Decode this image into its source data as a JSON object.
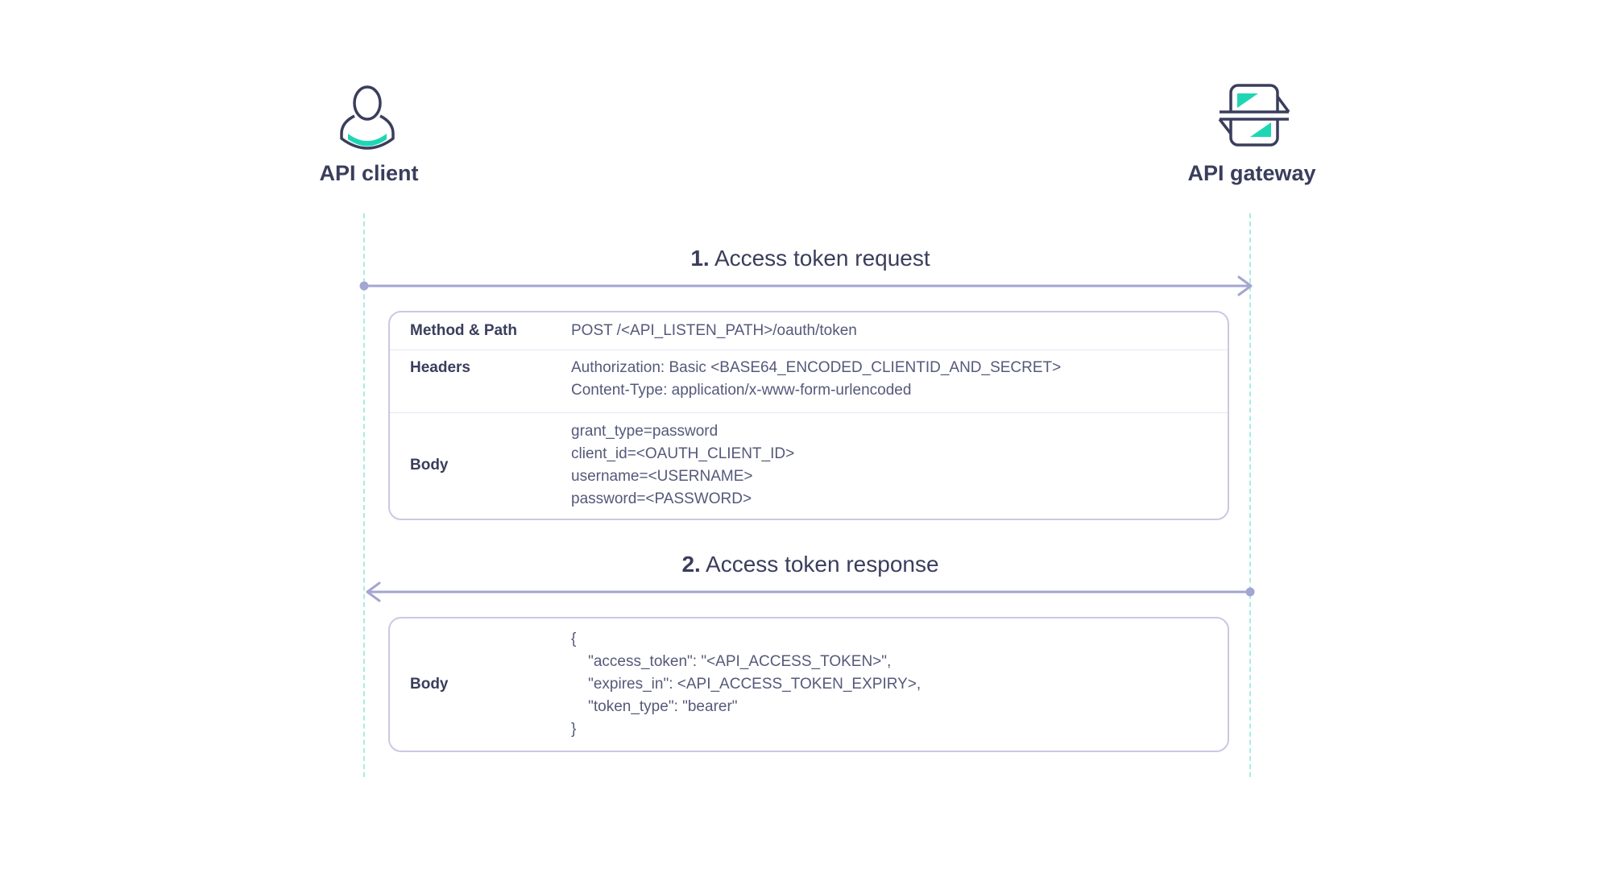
{
  "actors": {
    "client": {
      "label": "API client",
      "icon": "user-icon"
    },
    "gateway": {
      "label": "API gateway",
      "icon": "api-gateway-icon"
    }
  },
  "colors": {
    "text": "#3a3e5c",
    "accent": "#1fd6b4",
    "arrow": "#a3a5d2",
    "lifeline": "#a8ece0",
    "box_border": "#c9c9e4"
  },
  "step1": {
    "number": "1.",
    "title": "Access token request",
    "rows": [
      {
        "label": "Method & Path",
        "lines": [
          "POST /<API_LISTEN_PATH>/oauth/token"
        ]
      },
      {
        "label": "Headers",
        "lines": [
          "Authorization: Basic <BASE64_ENCODED_CLIENTID_AND_SECRET>",
          "Content-Type: application/x-www-form-urlencoded"
        ]
      },
      {
        "label": "Body",
        "lines": [
          "grant_type=password",
          "client_id=<OAUTH_CLIENT_ID>",
          "username=<USERNAME>",
          "password=<PASSWORD>"
        ]
      }
    ]
  },
  "step2": {
    "number": "2.",
    "title": "Access token response",
    "rows": [
      {
        "label": "Body",
        "lines": [
          "{",
          "    \"access_token\": \"<API_ACCESS_TOKEN>\",",
          "    \"expires_in\": <API_ACCESS_TOKEN_EXPIRY>,",
          "    \"token_type\": \"bearer\"",
          "}"
        ]
      }
    ]
  }
}
